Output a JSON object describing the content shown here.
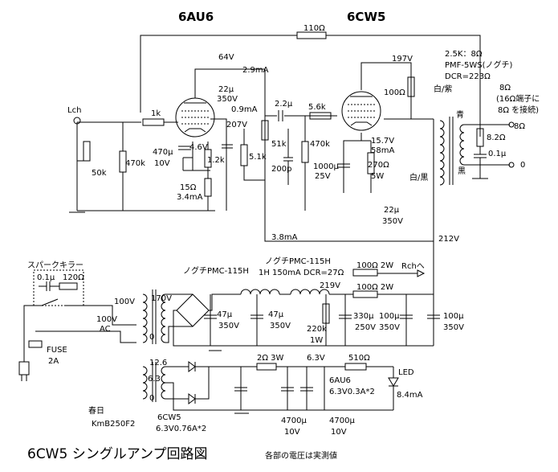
{
  "tubes": {
    "driver": "6AU6",
    "output": "6CW5"
  },
  "channel": "Lch",
  "title": "6CW5 シングルアンプ回路図",
  "note": "各部の電圧は実測値",
  "amp": {
    "r_top": "110Ω",
    "v_64": "64V",
    "i_29": "2.9mA",
    "v_197": "197V",
    "c_22u": "22μ",
    "c_22u_v": "350V",
    "i_09": "0.9mA",
    "c_coup": "2.2μ",
    "r_1k": "1k",
    "r_56k": "5.6k",
    "v_207": "207V",
    "r_51k": "51k",
    "r_51k_b": "5.1k",
    "r_470k_grid": "470k",
    "c_200p": "200p",
    "v_157": "15.7V",
    "i_58": "58mA",
    "c_1000": "1000μ",
    "c_1000_v": "25V",
    "r_270": "270Ω",
    "r_270_w": "5W",
    "r_100": "100Ω",
    "v_46": "4.6V",
    "c_470u": "470μ",
    "c_470u_v": "10V",
    "r_12k": "1.2k",
    "r_15": "15Ω",
    "i_34": "3.4mA",
    "vol_50k": "50k",
    "r_470k_in": "470k",
    "c_22u_b": "22μ",
    "c_22u_b_v": "350V",
    "i_38": "3.8mA",
    "v_212": "212V"
  },
  "otrans": {
    "spec1": "2.5K：8Ω",
    "spec2": "PMF-5WS(ノグチ)",
    "spec3": "DCR=223Ω",
    "white_purple": "白/紫",
    "blue": "青",
    "white_black": "白/黒",
    "black": "黒",
    "out_8": "8Ω",
    "out_note1": "(16Ω端子に",
    "out_note2": "8Ω を接続)",
    "r_82": "8.2Ω",
    "c_01": "0.1μ",
    "zero": "0"
  },
  "psu": {
    "spark_killer": "スパークキラー",
    "sk_c": "0.1μ",
    "sk_r": "120Ω",
    "v_100": "100V",
    "v_100ac": "100V",
    "ac": "AC",
    "fuse": "FUSE",
    "fuse_a": "2A",
    "v_170": "170V",
    "zero": "0",
    "choke1": "ノグチPMC-115H",
    "choke2": "ノグチPMC-115H",
    "choke2_spec": "1H 150mA DCR=27Ω",
    "c_47a": "47μ",
    "c_47a_v": "350V",
    "c_47b": "47μ",
    "c_47b_v": "350V",
    "r_220k": "220k",
    "r_220k_w": "1W",
    "v_219": "219V",
    "r_100_2w_a": "100Ω 2W",
    "r_100_2w_b": "100Ω 2W",
    "rch": "Rchへ",
    "c_330": "330μ",
    "c_330_v": "250V",
    "c_100a": "100μ",
    "c_100a_v": "350V",
    "c_100b": "100μ",
    "c_100b_v": "350V"
  },
  "heater": {
    "v_126": "12.6",
    "v_63": "6.3",
    "zero": "0",
    "r_2ohm": "2Ω 3W",
    "v_63b": "6.3V",
    "r_510": "510Ω",
    "led": "LED",
    "i_84": "8.4mA",
    "au6": "6AU6",
    "au6_spec": "6.3V0.3A*2",
    "cw5": "6CW5",
    "cw5_spec": "6.3V0.76A*2",
    "maker": "春日",
    "model": "KmB250F2",
    "c_4700a": "4700μ",
    "c_4700a_v": "10V",
    "c_4700b": "4700μ",
    "c_4700b_v": "10V"
  }
}
